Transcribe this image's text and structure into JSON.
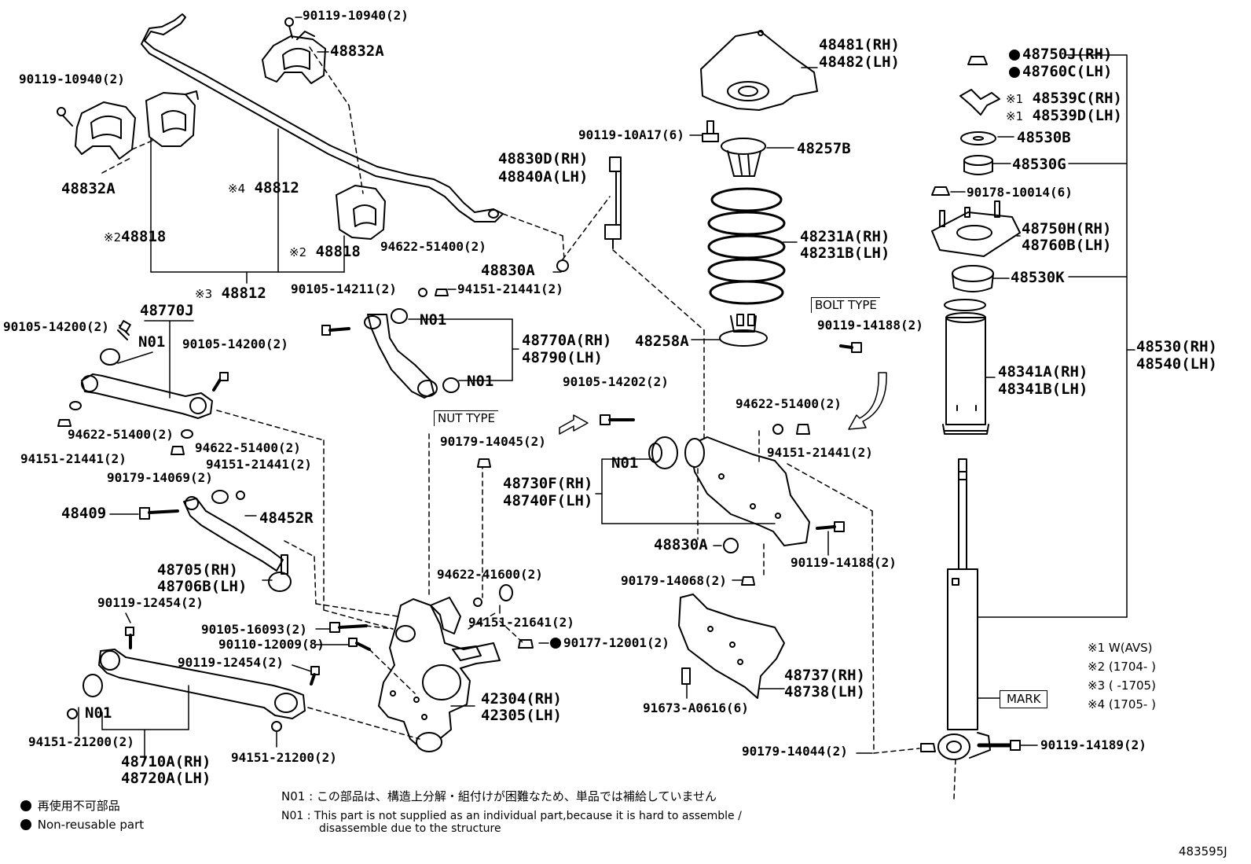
{
  "diagram": {
    "id_code": "483595J",
    "labels": {
      "p1": "90119-10940(2)",
      "p2": "48832A",
      "p3": "90119-10940(2)",
      "p4": "48832A",
      "p5": "48812",
      "p6": "48818",
      "p7": "48818",
      "p8": "48812",
      "p9": "48481(RH)",
      "p10": "48482(LH)",
      "p11": "48750J(RH)",
      "p12": "48760C(LH)",
      "p13": "48539C(RH)",
      "p14": "48539D(LH)",
      "p15": "90119-10A17(6)",
      "p16": "48257B",
      "p17": "48530B",
      "p18": "48830D(RH)",
      "p19": "48840A(LH)",
      "p20": "48530G",
      "p21": "90178-10014(6)",
      "p22": "48231A(RH)",
      "p23": "48231B(LH)",
      "p24": "48750H(RH)",
      "p25": "48760B(LH)",
      "p26": "94622-51400(2)",
      "p27": "48830A",
      "p28": "48530K",
      "p29": "90105-14211(2)",
      "p30": "94151-21441(2)",
      "p31": "48770J",
      "p32": "N01",
      "p33": "90105-14200(2)",
      "p34": "N01",
      "p35": "48770A(RH)",
      "p36": "48790(LH)",
      "p37": "48258A",
      "p38": "90119-14188(2)",
      "p39": "48530(RH)",
      "p40": "48540(LH)",
      "p41": "90105-14200(2)",
      "p42": "N01",
      "p43": "48341A(RH)",
      "p44": "48341B(LH)",
      "p45": "90105-14202(2)",
      "p46": "94622-51400(2)",
      "p47": "90179-14045(2)",
      "p48": "94622-51400(2)",
      "p49": "94622-51400(2)",
      "p50": "94151-21441(2)",
      "p51": "94151-21441(2)",
      "p52": "N01",
      "p53": "94151-21441(2)",
      "p54": "90179-14069(2)",
      "p55": "48730F(RH)",
      "p56": "48740F(LH)",
      "p57": "48409",
      "p58": "48452R",
      "p59": "48830A",
      "p60": "90119-14188(2)",
      "p61": "48705(RH)",
      "p62": "48706B(LH)",
      "p63": "94622-41600(2)",
      "p64": "90179-14068(2)",
      "p65": "90119-12454(2)",
      "p66": "94151-21641(2)",
      "p67": "90105-16093(2)",
      "p68": "90177-12001(2)",
      "p69": "90110-12009(8)",
      "p70": "90119-12454(2)",
      "p71": "48737(RH)",
      "p72": "48738(LH)",
      "p73": "42304(RH)",
      "p74": "42305(LH)",
      "p75": "N01",
      "p76": "91673-A0616(6)",
      "p77": "94151-21200(2)",
      "p78": "90179-14044(2)",
      "p79": "90119-14189(2)",
      "p80": "94151-21200(2)",
      "p81": "48710A(RH)",
      "p82": "48720A(LH)"
    },
    "markers": {
      "m1": "※1",
      "m2": "※1",
      "m3": "※2",
      "m4": "※2",
      "m5": "※3",
      "m6": "※4"
    },
    "boxes": {
      "bolt_type": "BOLT TYPE",
      "nut_type": "NUT TYPE",
      "mark": "MARK"
    },
    "notes": {
      "variants": [
        "※1  W(AVS)",
        "※2 (1704-     )",
        "※3 (       -1705)",
        "※4 (1705-      )"
      ],
      "n01_jp": "N01 : この部品は、構造上分解・組付けが困難なため、単品では補給していません",
      "n01_en_1": "N01 :  This part is not supplied as an individual part,because it is hard to assemble /",
      "n01_en_2": "disassemble due to the structure"
    },
    "legend": {
      "jp": "再使用不可部品",
      "en": "Non-reusable part"
    }
  }
}
